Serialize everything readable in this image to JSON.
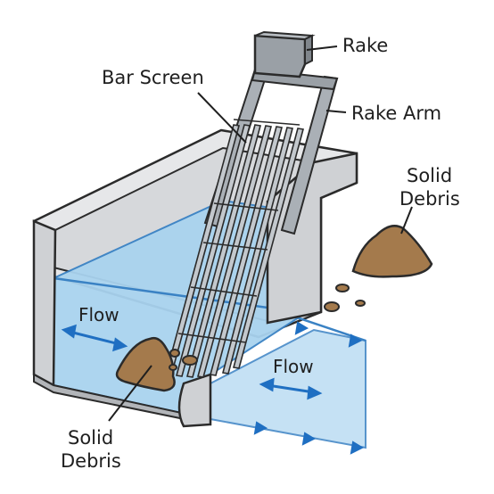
{
  "labels": {
    "rake": "Rake",
    "bar_screen": "Bar Screen",
    "rake_arm": "Rake Arm",
    "solid_debris_right_1": "Solid",
    "solid_debris_right_2": "Debris",
    "flow_left": "Flow",
    "flow_right": "Flow",
    "solid_debris_bottom_1": "Solid",
    "solid_debris_bottom_2": "Debris"
  },
  "colors": {
    "concrete_light": "#e6e7e9",
    "concrete_mid": "#cfd1d4",
    "concrete_dark": "#b2b5b9",
    "water": "#a9d3ef",
    "water_deep": "#8cc0e6",
    "screen_metal": "#9aa0a6",
    "debris": "#a47a4c",
    "arrow_blue": "#1f6fc2",
    "outline": "#2b2b2b"
  }
}
